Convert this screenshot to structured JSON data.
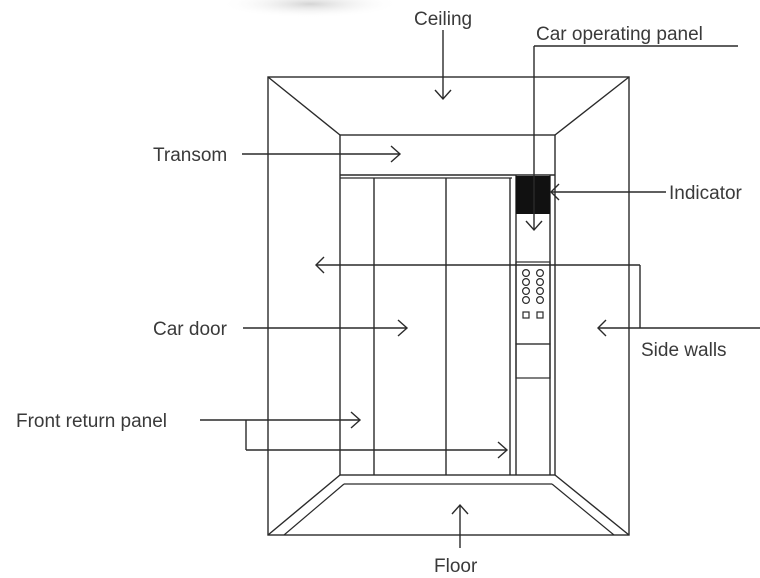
{
  "labels": {
    "ceiling": "Ceiling",
    "car_operating_panel": "Car operating panel",
    "transom": "Transom",
    "indicator": "Indicator",
    "car_door": "Car door",
    "side_walls": "Side walls",
    "front_return_panel": "Front return panel",
    "floor": "Floor"
  },
  "colors": {
    "line": "#2a2a2a",
    "text": "#3a3a3a",
    "indicator_fill": "#111111"
  }
}
